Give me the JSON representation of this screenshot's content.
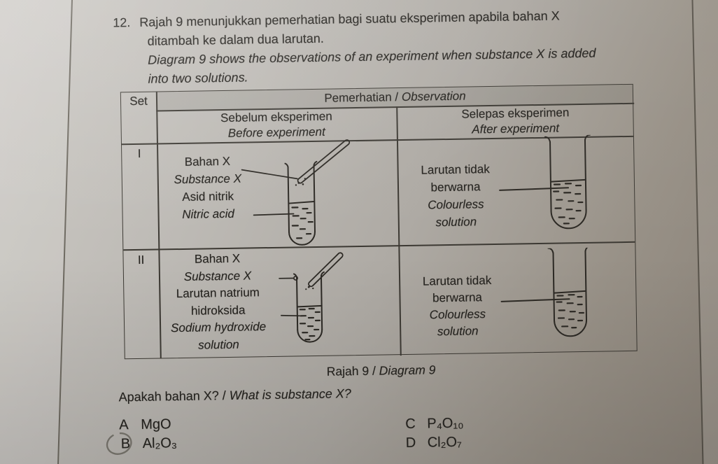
{
  "question": {
    "number": "12.",
    "intro_ms_line1": "Rajah 9 menunjukkan pemerhatian bagi suatu eksperimen apabila bahan X",
    "intro_ms_line2": "ditambah ke dalam dua larutan.",
    "intro_en_line1": "Diagram 9 shows the observations of an experiment when substance X is added",
    "intro_en_line2": "into two solutions.",
    "caption_ms": "Rajah 9 / ",
    "caption_en": "Diagram 9",
    "prompt_ms": "Apakah bahan X? / ",
    "prompt_en": "What is substance X?"
  },
  "table": {
    "header": {
      "set": "Set",
      "observation_ms": "Pemerhatian / ",
      "observation_en": "Observation",
      "before_ms": "Sebelum eksperimen",
      "before_en": "Before experiment",
      "after_ms": "Selepas eksperimen",
      "after_en": "After experiment"
    },
    "rows": [
      {
        "set": "I",
        "before": {
          "l1": "Bahan X",
          "l2": "Substance X",
          "l3": "Asid nitrik",
          "l4": "Nitric acid"
        },
        "after": {
          "l1": "Larutan tidak",
          "l2": "berwarna",
          "l3": "Colourless",
          "l4": "solution"
        }
      },
      {
        "set": "II",
        "before": {
          "l1": "Bahan X",
          "l2": "Substance X",
          "l3": "Larutan natrium",
          "l4": "hidroksida",
          "l5": "Sodium hydroxide",
          "l6": "solution"
        },
        "after": {
          "l1": "Larutan tidak",
          "l2": "berwarna",
          "l3": "Colourless",
          "l4": "solution"
        }
      }
    ]
  },
  "options": [
    {
      "letter": "A",
      "formula": "MgO"
    },
    {
      "letter": "B",
      "formula": "Al₂O₃",
      "circled": "true"
    },
    {
      "letter": "C",
      "formula": "P₄O₁₀"
    },
    {
      "letter": "D",
      "formula": "Cl₂O₇"
    }
  ],
  "colors": {
    "ink": "#2c2924",
    "line": "#3c3933",
    "pencil": "#6f6b63",
    "paper": "#b3afa9"
  }
}
